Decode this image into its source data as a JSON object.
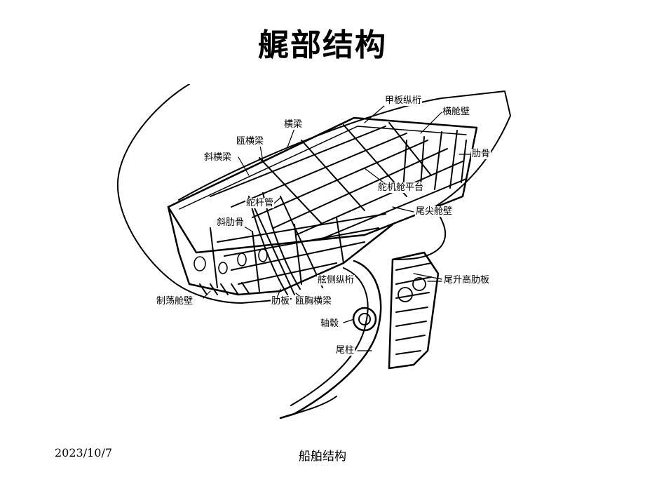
{
  "slide": {
    "title": "艉部结构",
    "footer_date": "2023/10/7",
    "footer_title": "船舶结构"
  },
  "figure": {
    "callouts": {
      "deck_girder": "甲板纵桁",
      "transverse_bulkhead": "横舱壁",
      "frame": "肋骨",
      "beam": "横梁",
      "stern_beam": "瓯横梁",
      "cant_beam": "斜横梁",
      "steering_flat": "舵机舱平台",
      "rudder_trunk": "舵杆管",
      "aft_peak_bulkhead": "尾尖舱壁",
      "cant_frame": "斜肋骨",
      "side_stringer": "舷侧纵桁",
      "stern_floor": "尾升高肋板",
      "swash_bulkhead": "制荡舱壁",
      "floor": "肋板",
      "breast_hook": "瓯胸横梁",
      "shaft_boss": "轴毂",
      "sternpost": "尾柱"
    }
  }
}
